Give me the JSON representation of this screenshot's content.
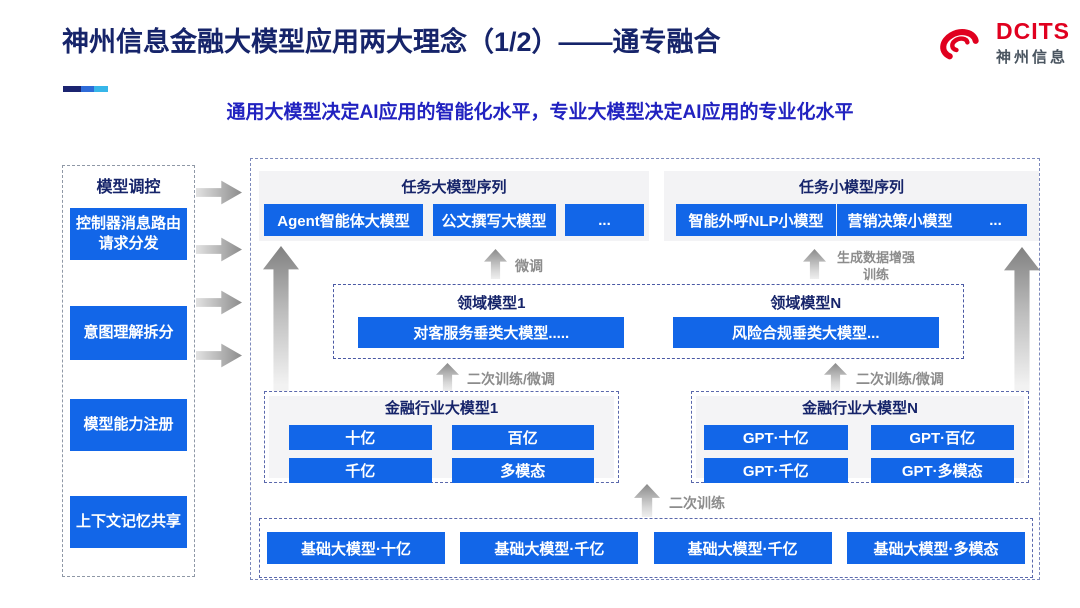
{
  "header": {
    "title": "神州信息金融大模型应用两大理念（1/2）——通专融合",
    "subtitle": "通用大模型决定AI应用的智能化水平，专业大模型决定AI应用的专业化水平",
    "logo": {
      "brand": "DCITS",
      "brand_cn": "神州信息"
    }
  },
  "colors": {
    "accent_blue": "#1266E8",
    "navy_text": "#16246A",
    "subtitle_blue": "#2122C0",
    "label_gray": "#8C8C8C",
    "logo_red": "#E0001F"
  },
  "sidebar": {
    "title": "模型调控",
    "items": [
      "控制器消息路由请求分发",
      "意图理解拆分",
      "模型能力注册",
      "上下文记忆共享"
    ]
  },
  "diagram": {
    "task_large": {
      "title": "任务大模型序列",
      "items": [
        "Agent智能体大模型",
        "公文撰写大模型",
        "..."
      ]
    },
    "task_small": {
      "title": "任务小模型序列",
      "items": [
        "智能外呼NLP小模型",
        "营销决策小模型",
        "..."
      ]
    },
    "labels": {
      "fine_tune": "微调",
      "gen_data": "生成数据增强训练",
      "retrain_ft_left": "二次训练/微调",
      "retrain_ft_right": "二次训练/微调",
      "retrain": "二次训练"
    },
    "domain": {
      "left_title": "领域模型1",
      "left_item": "对客服务垂类大模型.....",
      "right_title": "领域模型N",
      "right_item": "风险合规垂类大模型..."
    },
    "industry1": {
      "title": "金融行业大模型1",
      "items": [
        "十亿",
        "百亿",
        "千亿",
        "多模态"
      ]
    },
    "industryN": {
      "title": "金融行业大模型N",
      "items": [
        "GPT·十亿",
        "GPT·百亿",
        "GPT·千亿",
        "GPT·多模态"
      ]
    },
    "base": {
      "items": [
        "基础大模型·十亿",
        "基础大模型·千亿",
        "基础大模型·千亿",
        "基础大模型·多模态"
      ]
    }
  }
}
